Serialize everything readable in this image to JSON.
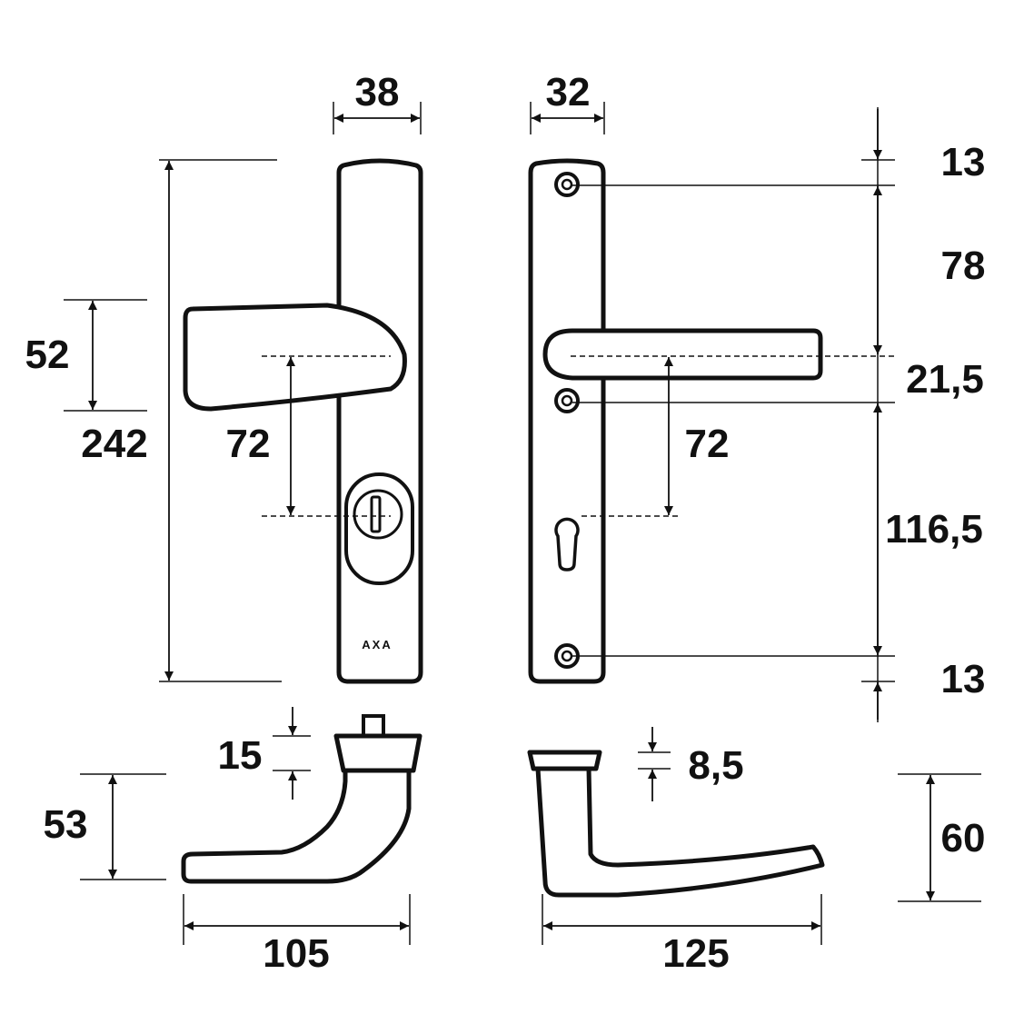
{
  "brand": "AXA",
  "dimensions": {
    "plate_width_left": "38",
    "plate_width_right": "32",
    "total_height": "242",
    "handle_height": "52",
    "center_distance_left": "72",
    "center_distance_right": "72",
    "top_margin": "13",
    "screw_to_handle": "78",
    "handle_to_screw": "21,5",
    "screw_to_bottom_screw": "116,5",
    "bottom_margin": "13",
    "rose_height_left": "15",
    "rose_height_right": "8,5",
    "lever_height_left": "53",
    "lever_height_right": "60",
    "lever_length_left": "105",
    "lever_length_right": "125"
  }
}
